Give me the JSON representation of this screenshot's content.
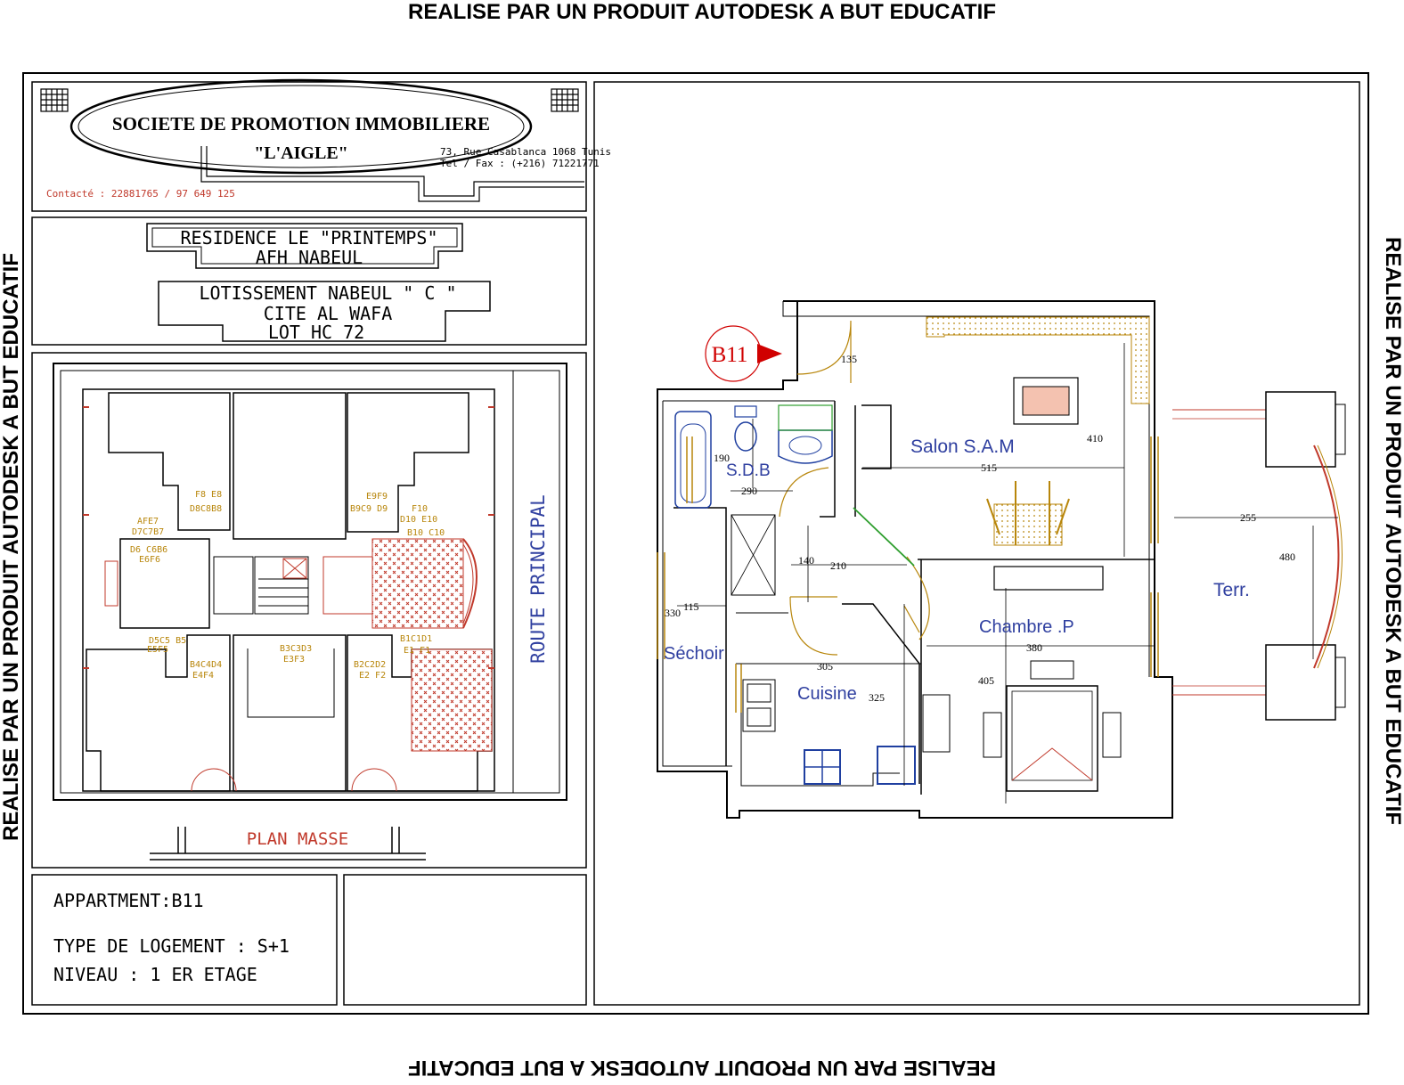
{
  "watermark": {
    "top": "REALISE PAR UN PRODUIT AUTODESK A BUT EDUCATIF",
    "bottom": "REALISE PAR UN PRODUIT AUTODESK A BUT EDUCATIF",
    "left": "REALISE PAR UN PRODUIT AUTODESK A BUT EDUCATIF",
    "right": "REALISE PAR UN PRODUIT AUTODESK A BUT EDUCATIF"
  },
  "title_block": {
    "company": "SOCIETE DE PROMOTION IMMOBILIERE",
    "brand": "\"L'AIGLE\"",
    "address_line1": "73, Rue Casablanca 1068 Tunis",
    "address_line2": "Tel / Fax : (+216) 71221771",
    "contact": "Contacté : 22881765 / 97 649 125"
  },
  "project": {
    "residence": "RESIDENCE LE \"PRINTEMPS\"",
    "afh": "AFH NABEUL",
    "lotissement": "LOTISSEMENT NABEUL \" C \"",
    "cite": "CITE AL WAFA",
    "lot": "LOT HC 72"
  },
  "plan_masse": {
    "title": "PLAN MASSE",
    "road": "ROUTE PRINCIPAL",
    "unit_labels": [
      "F8 E8",
      "D8C8B8",
      "AFE7",
      "D7C7B7",
      "D6 C6B6",
      "E6F6",
      "E9F9",
      "B9C9 D9",
      "F10",
      "D10 E10",
      "B10 C10",
      "D5C5 B5",
      "E5F5",
      "B4C4D4",
      "E4F4",
      "B3C3D3",
      "E3F3",
      "B1C1D1",
      "E1 F1",
      "B2C2D2",
      "E2 F2"
    ]
  },
  "info": {
    "apartment": "APPARTMENT:B11",
    "type": "TYPE DE LOGEMENT : S+1",
    "level": "NIVEAU : 1 ER ETAGE"
  },
  "floor_plan": {
    "tag": "B11",
    "rooms": {
      "salon": "Salon S.A.M",
      "sdb": "S.D.B",
      "sechoir": "Séchoir",
      "cuisine": "Cuisine",
      "chambre": "Chambre .P",
      "terrasse": "Terr."
    },
    "dimensions": [
      "135",
      "410",
      "515",
      "190",
      "290",
      "255",
      "480",
      "140",
      "210",
      "115",
      "330",
      "380",
      "305",
      "325",
      "405"
    ]
  }
}
